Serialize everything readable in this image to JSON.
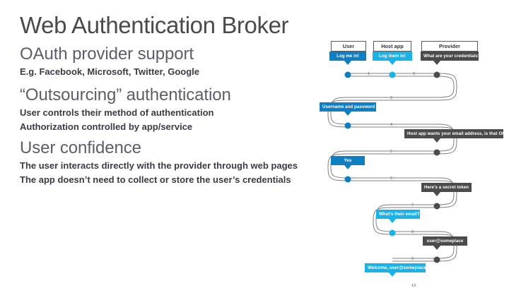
{
  "slide": {
    "title": "Web Authentication Broker",
    "sections": [
      {
        "heading": "OAuth provider support",
        "bullets": [
          "E.g. Facebook, Microsoft, Twitter, Google"
        ]
      },
      {
        "heading": "“Outsourcing” authentication",
        "bullets": [
          "User controls their method of authentication",
          "Authorization controlled by app/service"
        ]
      },
      {
        "heading": "User confidence",
        "bullets": [
          "The user interacts directly with the provider through web pages",
          "The app doesn’t need to collect or store the user’s credentials"
        ]
      }
    ]
  },
  "diagram": {
    "lanes": [
      {
        "key": "user",
        "label": "User",
        "color": "#0f7fc4"
      },
      {
        "key": "host",
        "label": "Host app",
        "color": "#18b3e8"
      },
      {
        "key": "prov",
        "label": "Provider",
        "color": "#4b4b4b"
      }
    ],
    "steps": [
      {
        "n": "1",
        "lane": "user",
        "text": "Log me in!"
      },
      {
        "n": "2",
        "lane": "host",
        "text": "Log them in!"
      },
      {
        "n": "3",
        "lane": "prov",
        "text": "What are your credentials?"
      },
      {
        "n": "4",
        "lane": "user",
        "text": "Username and password"
      },
      {
        "n": "5",
        "lane": "prov",
        "text": "Host app wants your email address, is that OK?"
      },
      {
        "n": "6",
        "lane": "user",
        "text": "Yes"
      },
      {
        "n": "7",
        "lane": "prov",
        "text": "Here’s a secret token"
      },
      {
        "n": "8",
        "lane": "host",
        "text": "What’s their email?"
      },
      {
        "n": "9",
        "lane": "prov",
        "text": "user@someplace"
      },
      {
        "n": "10",
        "lane": "host",
        "text": "Welcome, user@someplace"
      }
    ]
  },
  "colors": {
    "user_blue": "#0f7fc4",
    "host_cyan": "#18b3e8",
    "provider_gray": "#4b4b4b",
    "title_gray": "#4a4a4a",
    "heading_gray": "#5d5d6b",
    "line_gray": "#7f7f7f"
  }
}
